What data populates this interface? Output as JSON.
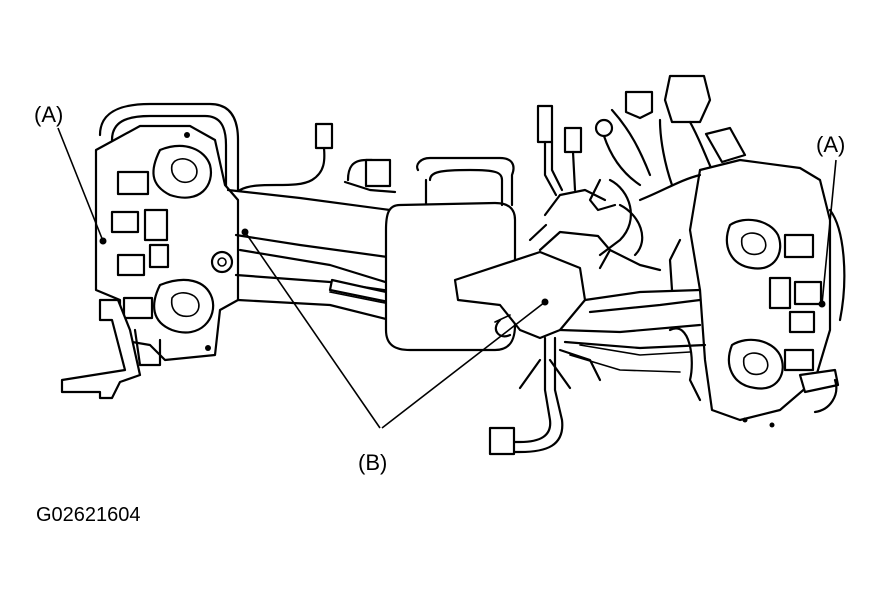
{
  "labels": {
    "a_left": "(A)",
    "a_right": "(A)",
    "b": "(B)"
  },
  "figure_code": "G02621604"
}
